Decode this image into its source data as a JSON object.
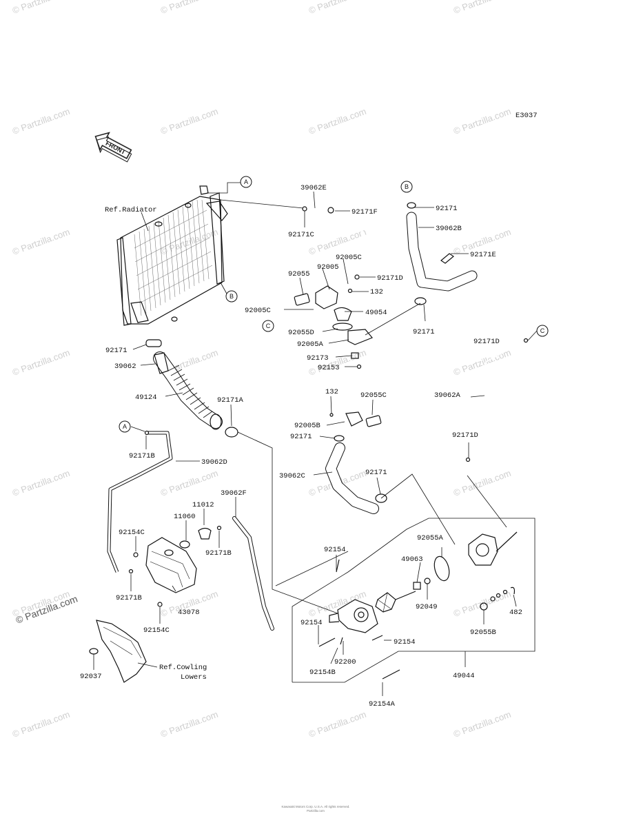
{
  "diagram_code": "E3037",
  "front_label": "FRONT",
  "watermark_text": "© Partzilla.com",
  "copyright_line_1": "Kawasaki Motors Corp. U.S.A. All rights reserved.",
  "copyright_line_2": "Partzilla.com",
  "callouts": {
    "A": "A",
    "B": "B",
    "C": "C"
  },
  "references": {
    "radiator": "Ref.Radiator",
    "cowling_line1": "Ref.Cowling",
    "cowling_line2": "Lowers"
  },
  "part_numbers": {
    "p39062E": "39062E",
    "p92171F": "92171F",
    "p92171C": "92171C",
    "p92171": "92171",
    "p39062B": "39062B",
    "p92171E": "92171E",
    "p92005C_a": "92005C",
    "p92005": "92005",
    "p92055": "92055",
    "p92171D_a": "92171D",
    "p132_a": "132",
    "p92005C_b": "92005C",
    "p49054": "49054",
    "p92055D": "92055D",
    "p92171_b": "92171",
    "p92005A": "92005A",
    "p92171_c": "92171",
    "p92173": "92173",
    "p39062": "39062",
    "p92153": "92153",
    "p92171D_b": "92171D",
    "p49124": "49124",
    "p92171A": "92171A",
    "p132_b": "132",
    "p92055C": "92055C",
    "p39062A": "39062A",
    "p92005B": "92005B",
    "p92171_d": "92171",
    "p92171B_a": "92171B",
    "p39062D": "39062D",
    "p92171D_c": "92171D",
    "p39062C": "39062C",
    "p92171_e": "92171",
    "p11012": "11012",
    "p39062F": "39062F",
    "p11060": "11060",
    "p92154C_a": "92154C",
    "p92171B_b": "92171B",
    "p92055A": "92055A",
    "p92154_a": "92154",
    "p49063": "49063",
    "p92049": "92049",
    "p92171B_c": "92171B",
    "p43078": "43078",
    "p482": "482",
    "p92154C_b": "92154C",
    "p92154_b": "92154",
    "p92055B": "92055B",
    "p92154_c": "92154",
    "p92200": "92200",
    "p92154B": "92154B",
    "p49044": "49044",
    "p92037": "92037",
    "p92154A": "92154A"
  }
}
